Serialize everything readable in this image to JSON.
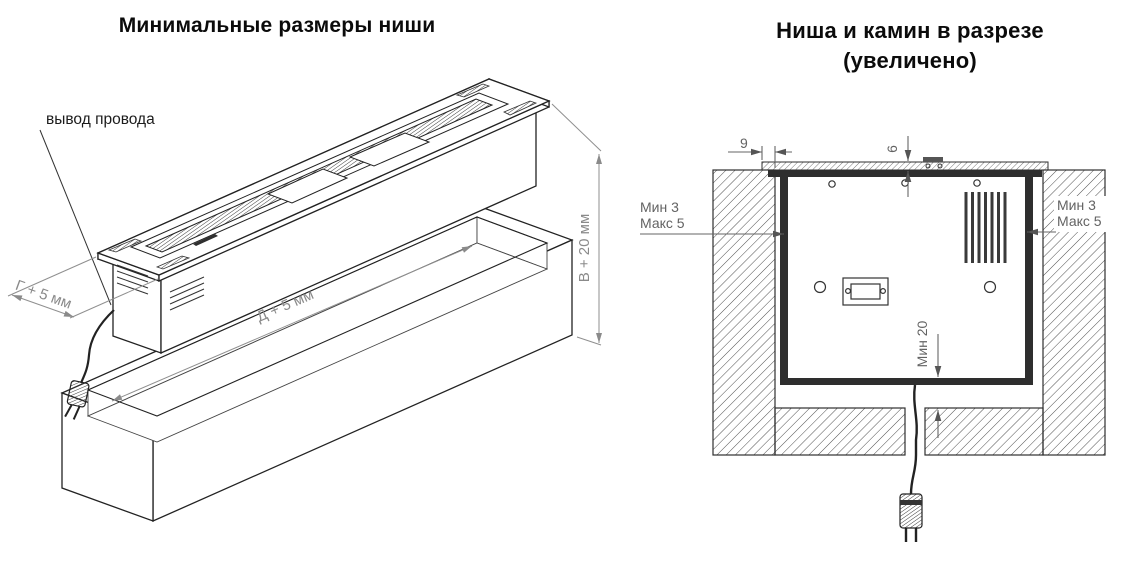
{
  "left_figure": {
    "title": "Минимальные размеры ниши",
    "wire_callout": "вывод провода",
    "dims": {
      "depth": "Г + 5 мм",
      "length": "Д + 5 мм",
      "height": "В + 20 мм"
    }
  },
  "right_figure": {
    "title_line1": "Ниша и камин в разрезе",
    "title_line2": "(увеличено)",
    "dims": {
      "flange_overhang": "9",
      "top_panel_thickness": "6",
      "side_gap_left_min": "Мин 3",
      "side_gap_left_max": "Макс 5",
      "side_gap_right_min": "Мин 3",
      "side_gap_right_max": "Макс 5",
      "bottom_gap": "Мин 20"
    }
  },
  "colors": {
    "line": "#222222",
    "dim_left": "#8a8a8a",
    "dim_right": "#636363",
    "metal": "#2e2e2e"
  }
}
